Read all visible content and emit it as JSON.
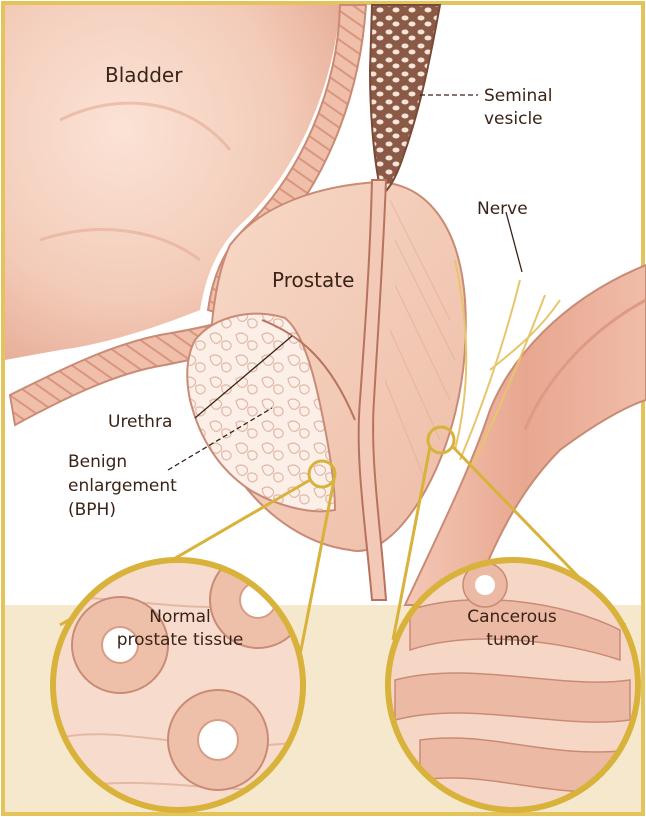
{
  "labels": {
    "bladder": "Bladder",
    "seminal_vesicle_line1": "Seminal",
    "seminal_vesicle_line2": "vesicle",
    "nerve": "Nerve",
    "prostate": "Prostate",
    "urethra": "Urethra",
    "bph_line1": "Benign",
    "bph_line2": "enlargement",
    "bph_line3": "(BPH)",
    "normal_line1": "Normal",
    "normal_line2": "prostate tissue",
    "cancer_line1": "Cancerous",
    "cancer_line2": "tumor"
  },
  "colors": {
    "frame": "#e4c45a",
    "lens_ring": "#d8b23a",
    "bottom_band": "#f6e8cc",
    "tissue_base": "#f6d6c4",
    "tissue_mid": "#eab6a0",
    "tissue_dark": "#c98b76",
    "bph_white": "#fbefe8",
    "seminal_brown": "#8b5a46"
  }
}
